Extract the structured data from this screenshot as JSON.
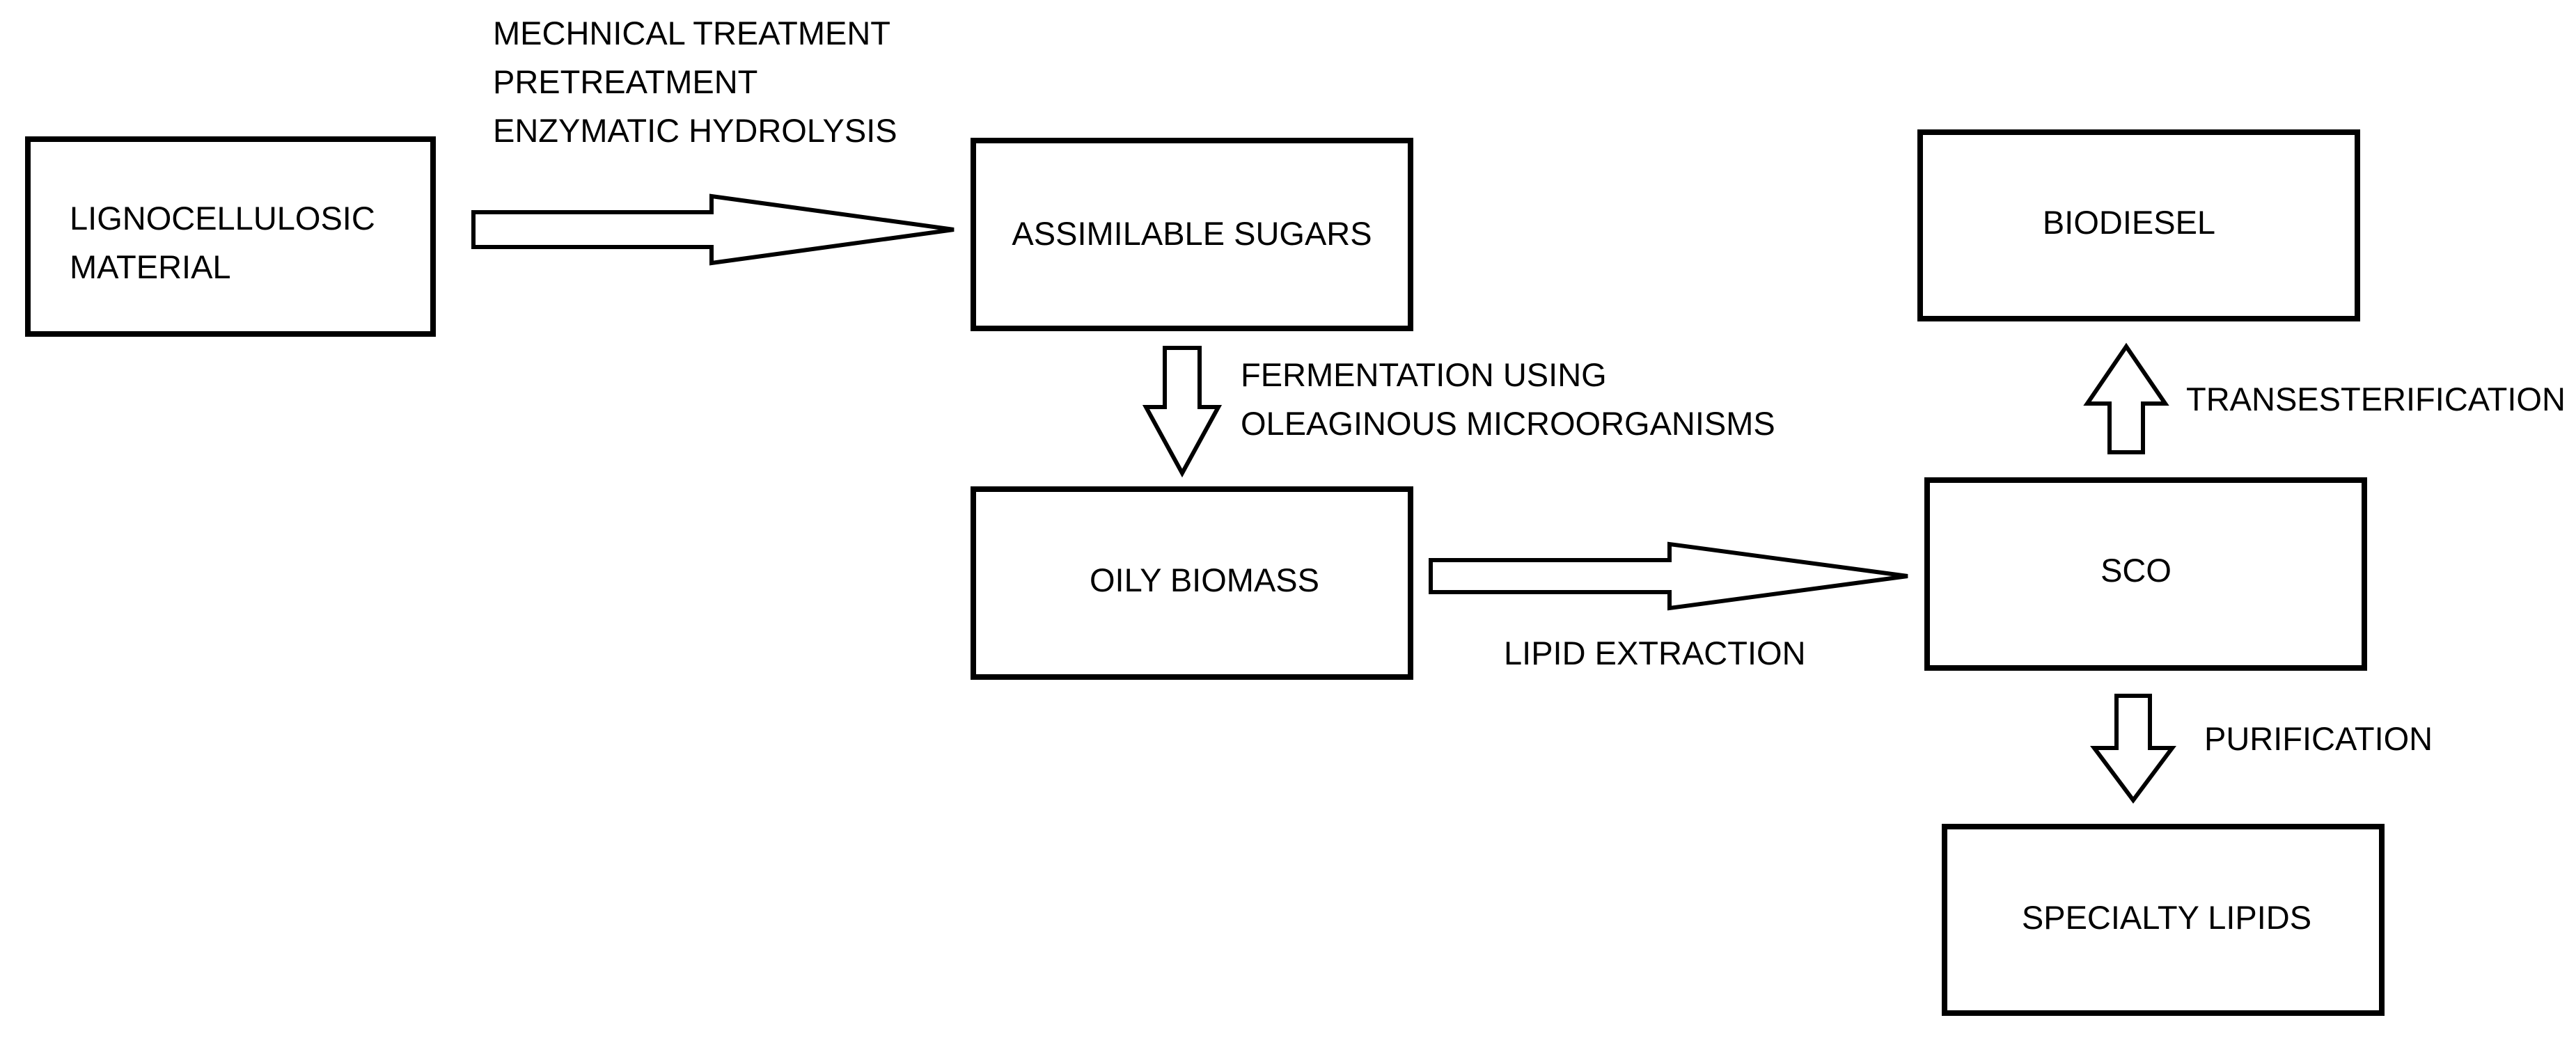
{
  "boxes": {
    "lignocellulosic": {
      "line1": "LIGNOCELLULOSIC",
      "line2": "MATERIAL"
    },
    "assimilable_sugars": "ASSIMILABLE SUGARS",
    "oily_biomass": "OILY BIOMASS",
    "sco": "SCO",
    "biodiesel": "BIODIESEL",
    "specialty_lipids": "SPECIALTY LIPIDS"
  },
  "steps": {
    "pretreatment": [
      "MECHNICAL TREATMENT",
      "PRETREATMENT",
      "ENZYMATIC HYDROLYSIS"
    ],
    "fermentation": [
      "FERMENTATION USING",
      "OLEAGINOUS MICROORGANISMS"
    ],
    "lipid_extraction": "LIPID EXTRACTION",
    "transesterification": "TRANSESTERIFICATION",
    "purification": "PURIFICATION"
  },
  "colors": {
    "stroke": "#000000",
    "background": "#ffffff"
  }
}
